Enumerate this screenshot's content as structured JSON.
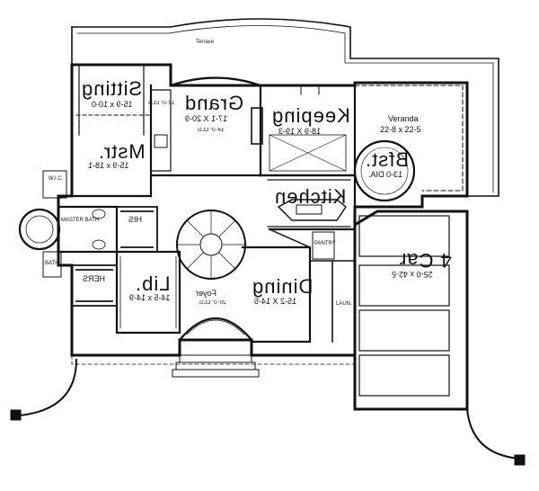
{
  "rooms": {
    "terrace": {
      "name": "Terrace"
    },
    "sitting": {
      "name": "Sitting",
      "dims": "15-9 x 10-0"
    },
    "grand": {
      "name": "Grand",
      "dims": "17-1 X 20-9",
      "note": "14'-0\" CLG"
    },
    "keeping": {
      "name": "Keeping",
      "dims": "18-9 X 19-3"
    },
    "veranda": {
      "name": "Veranda",
      "dims": "22-8 x 22-5"
    },
    "mstr": {
      "name": "Mstr.",
      "dims": "15-9 x 18-1"
    },
    "bfst": {
      "name": "Bfst.",
      "dims": "13-0 DIA."
    },
    "kitchen": {
      "name": "Kitchen"
    },
    "master_bath": {
      "name": "MASTER BATH"
    },
    "his": {
      "name": "HIS"
    },
    "hers": {
      "name": "HERS"
    },
    "lib": {
      "name": "Lib.",
      "dims": "14-5 x 14-9"
    },
    "foyer": {
      "name": "Foyer"
    },
    "dining": {
      "name": "Dining",
      "dims": "15-2 X 14-5"
    },
    "four_car": {
      "name": "4 Car",
      "dims": "25-0 x 42-5"
    }
  },
  "small_labels": {
    "wic": "W.I.C.",
    "pantry": "PANTRY",
    "laun": "LAUN.",
    "bath": "BATH",
    "foyer_note": "20'-0\" CLG",
    "sitting_note": "12'-0\" CLG"
  }
}
